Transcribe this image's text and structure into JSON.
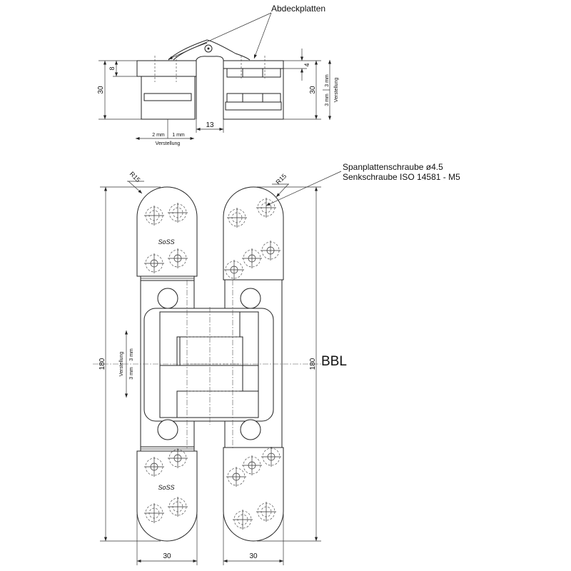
{
  "top_view": {
    "callout": "Abdeckplatten",
    "dim_height_left": "30",
    "dim_plate_left": "8",
    "dim_height_right": "30",
    "dim_plate_right": "4",
    "dim_gap": "13",
    "adjust_left": "2 mm",
    "adjust_right": "1 mm",
    "adjust_label": "Verstellung",
    "vert_adjust_up": "3 mm",
    "vert_adjust_down": "3 mm",
    "vert_adjust_label": "Verstellung"
  },
  "front_view": {
    "radius_left": "R15",
    "radius_right": "R15",
    "screw_line1": "Spanplattenschraube ø4.5",
    "screw_line2": "Senkschraube ISO 14581 - M5",
    "dim_length_left": "180",
    "dim_length_right": "180",
    "bbl_label": "BBL",
    "adjust_up": "3 mm",
    "adjust_down": "3 mm",
    "adjust_label": "Verstellung",
    "width_left": "30",
    "width_right": "30",
    "logo_text": "SoSS"
  }
}
